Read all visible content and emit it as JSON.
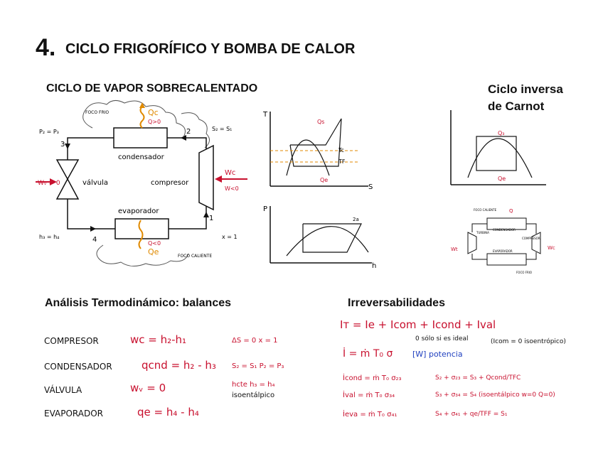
{
  "header": {
    "number": "4.",
    "title": "CICLO FRIGORÍFICO Y BOMBA DE CALOR"
  },
  "left_title": "CICLO DE VAPOR SOBRECALENTADO",
  "right_title_1": "Ciclo inversa",
  "right_title_2": "de Carnot",
  "diagram": {
    "foco_frio": "FOCO FRIO",
    "foco_caliente": "FOCO CALIENTE",
    "qc": "Qc",
    "qc_cond": "Q>0",
    "qe": "Qe",
    "qe_cond": "Q<0",
    "p_eq": "P₂ = P₃",
    "s_eq": "S₂ = S₁",
    "condensador": "condensador",
    "evaporador": "evaporador",
    "valvula": "válvula",
    "compresor": "compresor",
    "wv": "Wᵥ = 0",
    "wc": "Wc",
    "wc_cond": "W<0",
    "h_eq": "h₃ = h₄",
    "x_eq": "x = 1",
    "n1": "1",
    "n2": "2",
    "n3": "3",
    "n4": "4"
  },
  "ts": {
    "t_axis": "T",
    "s_axis": "S",
    "tc": "Tc",
    "tf": "TF",
    "qs": "Qs",
    "qe": "Qe"
  },
  "ph": {
    "p_axis": "P",
    "h_axis": "h",
    "p2a": "2a"
  },
  "carnot": {
    "q3": "Q₃",
    "qe": "Qe"
  },
  "heatpump": {
    "foco_caliente": "FOCO CALIENTE",
    "foco_frio": "FOCO FRIO",
    "q": "Q",
    "wt": "Wt",
    "wc": "Wc",
    "condensador": "CONDENSADOR",
    "evaporador": "EVAPORADOR",
    "turbina": "TURBINA",
    "compresor": "COMPRESOR"
  },
  "analysis": {
    "title": "Análisis Termodinámico: balances",
    "rows": [
      {
        "name": "COMPRESOR",
        "eq": "wc = h₂-h₁",
        "side": "ΔS = 0    x = 1"
      },
      {
        "name": "CONDENSADOR",
        "eq": "qcnd = h₂ - h₃",
        "side": "S₂ = S₁   P₂ = P₃"
      },
      {
        "name": "VÁLVULA",
        "eq": "wᵥ = 0",
        "side": "hcte  h₃ = h₄",
        "side2": "isoentálpico"
      },
      {
        "name": "EVAPORADOR",
        "eq": "qe = h₄ - h₄",
        "side": ""
      }
    ]
  },
  "irrev": {
    "title": "Irreversabilidades",
    "main": "Iт = Ie + Icom + Icond + Ival",
    "note": "0 sólo si es ideal",
    "note2": "(Icom = 0   isoentrópico)",
    "power_lhs": "İ = ṁ T₀ σ",
    "power_note": "[W] potencia",
    "rows": [
      {
        "lhs": "İcond = ṁ T₀ σ₂₃",
        "rhs": "S₂ + σ₂₃ = S₃ + Qcond/TFC"
      },
      {
        "lhs": "İval = ṁ T₀ σ₃₄",
        "rhs": "S₃ + σ₃₄ = S₄  (isoentálpico w=0  Q=0)"
      },
      {
        "lhs": "İeva = ṁ T₀ σ₄₁",
        "rhs": "S₄ + σ₄₁ + qe/TFF = S₁"
      }
    ]
  }
}
